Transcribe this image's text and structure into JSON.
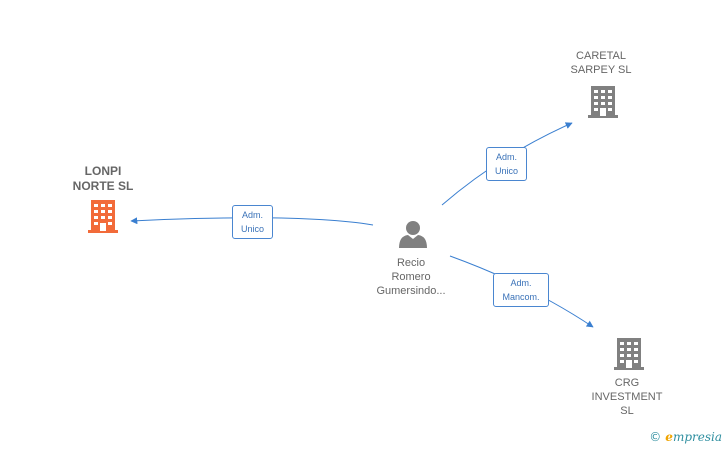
{
  "colors": {
    "edge": "#3a7fd0",
    "company_main": "#f26b3a",
    "company": "#808080",
    "person": "#808080"
  },
  "nodes": {
    "lonpi": {
      "lines": [
        "LONPI",
        "NORTE SL"
      ],
      "icon": "building-icon"
    },
    "caretal": {
      "lines": [
        "CARETAL",
        "SARPEY SL"
      ],
      "icon": "building-icon"
    },
    "crg": {
      "lines": [
        "CRG",
        "INVESTMENT",
        "SL"
      ],
      "icon": "building-icon"
    },
    "recio": {
      "lines": [
        "Recio",
        "Romero",
        "Gumersindo..."
      ],
      "icon": "person-icon"
    }
  },
  "edges": {
    "to_lonpi": {
      "lines": [
        "Adm.",
        "Unico"
      ]
    },
    "to_caretal": {
      "lines": [
        "Adm.",
        "Unico"
      ]
    },
    "to_crg": {
      "lines": [
        "Adm.",
        "Mancom."
      ]
    }
  },
  "watermark": {
    "copyright": "©",
    "brand_initial": "e",
    "brand_rest": "mpresia"
  }
}
